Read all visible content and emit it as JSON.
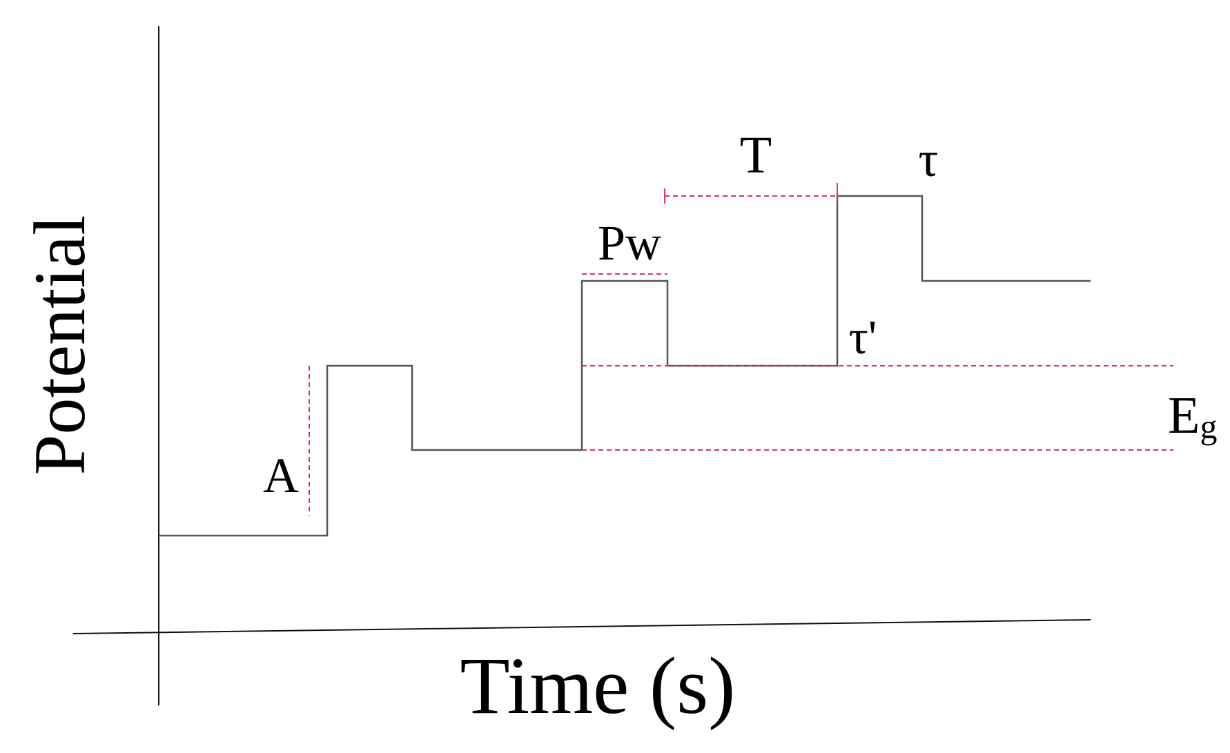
{
  "axes": {
    "x_label": "Time (s)",
    "y_label": "Potential"
  },
  "annotations": {
    "amplitude": "A",
    "pulse_width": "Pw",
    "period": "T",
    "tau": "τ",
    "tau_prime": "τ'",
    "step_base": "E",
    "step_sub": "g"
  },
  "colors": {
    "waveform": "#555555",
    "axes": "#111111",
    "marker": "#d6336c",
    "text": "#000000"
  }
}
